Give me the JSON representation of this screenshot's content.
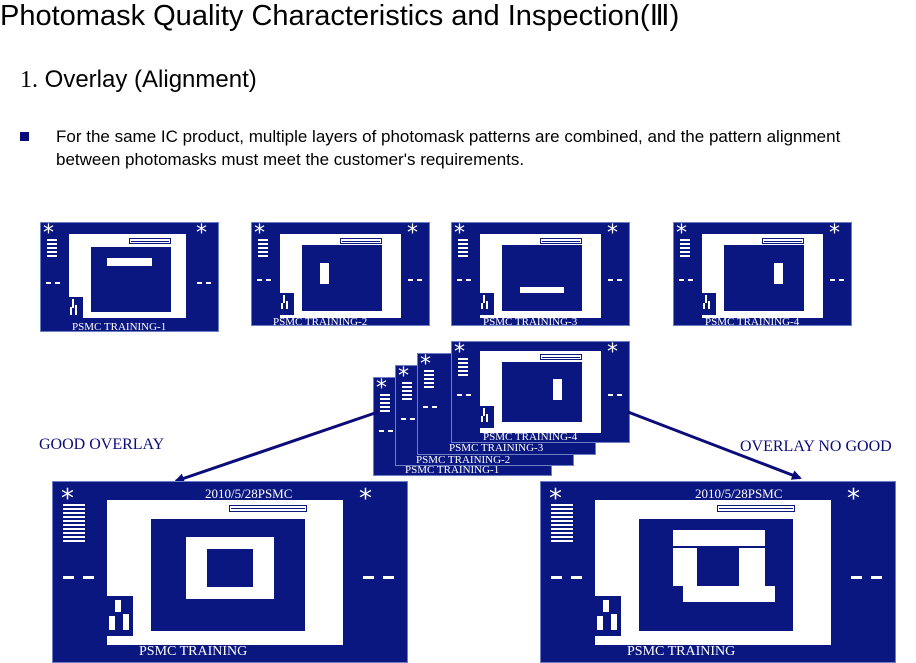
{
  "slide": {
    "title": "Photomask Quality Characteristics and Inspection(Ⅲ)",
    "section_number": "1.",
    "section_title": " Overlay (Alignment)",
    "bullet": "For the same IC product, multiple layers of photomask patterns are combined, and the pattern alignment between photomasks must meet the customer's requirements."
  },
  "masks": {
    "m1_label": "PSMC TRAINING-1",
    "m2_label": "PSMC TRAINING-2",
    "m3_label": "PSMC TRAINING-3",
    "m4_label": "PSMC TRAINING-4",
    "star": "*",
    "dashes": "- -"
  },
  "stack": {
    "label_4": "PSMC TRAINING-4",
    "label_3": "PSMC TRAINING-3",
    "label_2": "PSMC TRAINING-2",
    "label_1": "PSMC TRAINING-1"
  },
  "results": {
    "good_label": "GOOD OVERLAY",
    "bad_label": "OVERLAY NO GOOD",
    "date": "2010/5/28PSMC",
    "name": "PSMC TRAINING"
  },
  "colors": {
    "mask_blue": "#0b1780",
    "text_blue": "#0b0b7a"
  }
}
